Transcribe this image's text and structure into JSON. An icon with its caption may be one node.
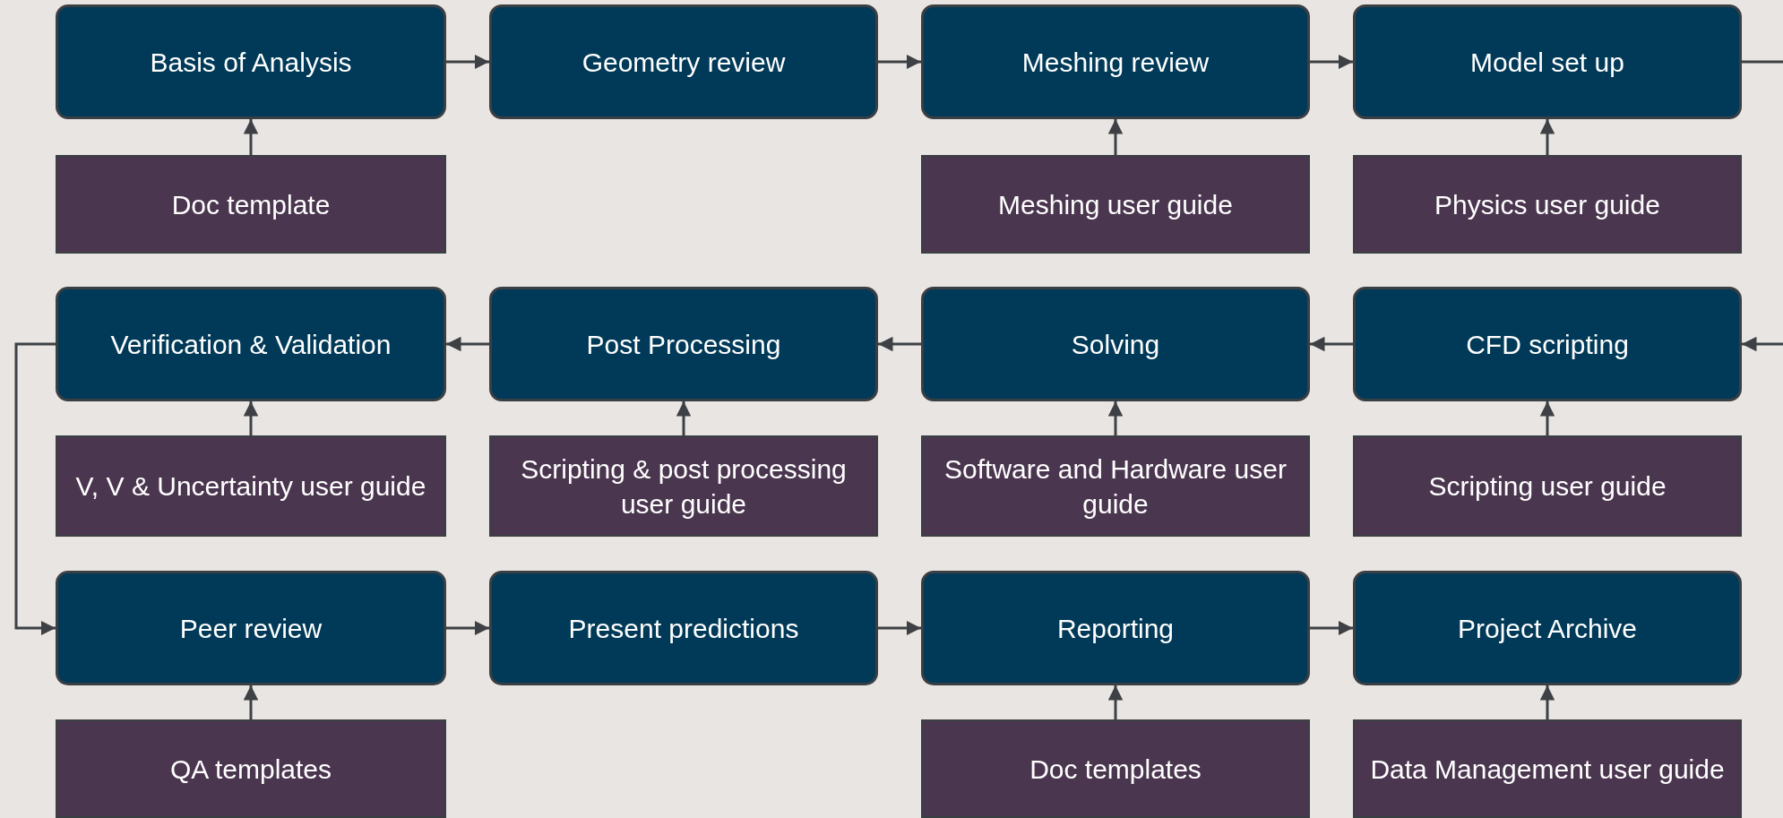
{
  "diagram": {
    "nodes": [
      {
        "text": [
          "Basis of Analysis"
        ]
      },
      {
        "text": [
          "Geometry review"
        ]
      },
      {
        "text": [
          "Meshing review"
        ]
      },
      {
        "text": [
          "Model set up"
        ]
      },
      {
        "text": [
          "Doc template"
        ]
      },
      {
        "text": [
          "Meshing user guide"
        ]
      },
      {
        "text": [
          "Physics user guide"
        ]
      },
      {
        "text": [
          "Verification & Validation"
        ]
      },
      {
        "text": [
          "Post Processing"
        ]
      },
      {
        "text": [
          "Solving"
        ]
      },
      {
        "text": [
          "CFD scripting"
        ]
      },
      {
        "text": [
          "V, V & Uncertainty user guide"
        ]
      },
      {
        "text": [
          "Scripting & post processing user guide"
        ]
      },
      {
        "text": [
          "Software and Hardware user guide"
        ]
      },
      {
        "text": [
          "Scripting user guide"
        ]
      },
      {
        "text": [
          "Peer review"
        ]
      },
      {
        "text": [
          "Present predictions"
        ]
      },
      {
        "text": [
          "Reporting"
        ]
      },
      {
        "text": [
          "Project Archive"
        ]
      },
      {
        "text": [
          "QA templates"
        ]
      },
      {
        "text": [
          "Doc templates"
        ]
      },
      {
        "text": [
          "Data Management user guide"
        ]
      }
    ],
    "edges": [
      {
        "from": 0,
        "to": 1,
        "arrow": "to"
      },
      {
        "from": 1,
        "to": 2,
        "arrow": "to"
      },
      {
        "from": 2,
        "to": 3,
        "arrow": "to"
      },
      {
        "from": 3,
        "to": null,
        "arrow": "none"
      },
      {
        "from": null,
        "to": 10,
        "arrow": "to"
      },
      {
        "from": 10,
        "to": 9,
        "arrow": "to"
      },
      {
        "from": 9,
        "to": 8,
        "arrow": "to"
      },
      {
        "from": 8,
        "to": 7,
        "arrow": "to"
      },
      {
        "from": 7,
        "to": 15,
        "arrow": "to"
      },
      {
        "from": 15,
        "to": 16,
        "arrow": "to"
      },
      {
        "from": 16,
        "to": 17,
        "arrow": "to"
      },
      {
        "from": 17,
        "to": 18,
        "arrow": "to"
      },
      {
        "from": 4,
        "to": 0,
        "arrow": "to"
      },
      {
        "from": 5,
        "to": 2,
        "arrow": "to"
      },
      {
        "from": 6,
        "to": 3,
        "arrow": "to"
      },
      {
        "from": 11,
        "to": 7,
        "arrow": "to"
      },
      {
        "from": 12,
        "to": 8,
        "arrow": "to"
      },
      {
        "from": 13,
        "to": 9,
        "arrow": "to"
      },
      {
        "from": 14,
        "to": 10,
        "arrow": "to"
      },
      {
        "from": 19,
        "to": 15,
        "arrow": "to"
      },
      {
        "from": 20,
        "to": 17,
        "arrow": "to"
      },
      {
        "from": 21,
        "to": 18,
        "arrow": "to"
      }
    ]
  }
}
